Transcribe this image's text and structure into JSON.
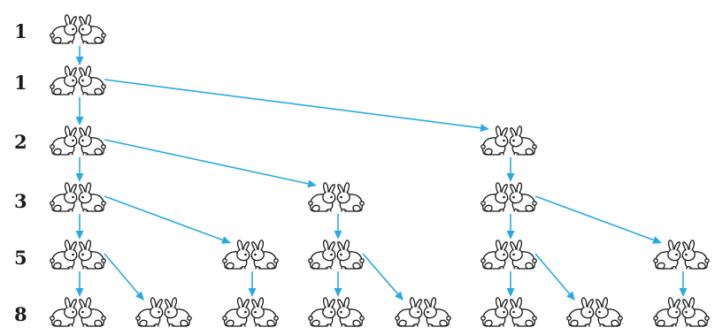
{
  "generation_counts": [
    "1",
    "1",
    "2",
    "3",
    "5",
    "8"
  ],
  "arrow_color": "#29abe2",
  "pair_icon": "rabbit-pair-icon",
  "pairs": [
    {
      "id": "a0",
      "gen": 0,
      "col": 0
    },
    {
      "id": "a1",
      "gen": 1,
      "col": 0
    },
    {
      "id": "a2",
      "gen": 2,
      "col": 0
    },
    {
      "id": "b2",
      "gen": 2,
      "col": 5
    },
    {
      "id": "a3",
      "gen": 3,
      "col": 0
    },
    {
      "id": "c3",
      "gen": 3,
      "col": 3
    },
    {
      "id": "b3",
      "gen": 3,
      "col": 5
    },
    {
      "id": "a4",
      "gen": 4,
      "col": 0
    },
    {
      "id": "d4",
      "gen": 4,
      "col": 2
    },
    {
      "id": "c4",
      "gen": 4,
      "col": 3
    },
    {
      "id": "b4",
      "gen": 4,
      "col": 5
    },
    {
      "id": "e4",
      "gen": 4,
      "col": 7
    },
    {
      "id": "a5",
      "gen": 5,
      "col": 0
    },
    {
      "id": "f5",
      "gen": 5,
      "col": 1
    },
    {
      "id": "d5",
      "gen": 5,
      "col": 2
    },
    {
      "id": "c5",
      "gen": 5,
      "col": 3
    },
    {
      "id": "g5",
      "gen": 5,
      "col": 4
    },
    {
      "id": "b5",
      "gen": 5,
      "col": 5
    },
    {
      "id": "h5",
      "gen": 5,
      "col": 6
    },
    {
      "id": "e5",
      "gen": 5,
      "col": 7
    }
  ],
  "arrows": [
    {
      "from": "a0",
      "to": "a1"
    },
    {
      "from": "a1",
      "to": "a2"
    },
    {
      "from": "a1",
      "to": "b2"
    },
    {
      "from": "a2",
      "to": "a3"
    },
    {
      "from": "a2",
      "to": "c3"
    },
    {
      "from": "b2",
      "to": "b3"
    },
    {
      "from": "a3",
      "to": "a4"
    },
    {
      "from": "a3",
      "to": "d4"
    },
    {
      "from": "c3",
      "to": "c4"
    },
    {
      "from": "b3",
      "to": "b4"
    },
    {
      "from": "b3",
      "to": "e4"
    },
    {
      "from": "a4",
      "to": "a5"
    },
    {
      "from": "a4",
      "to": "f5"
    },
    {
      "from": "d4",
      "to": "d5"
    },
    {
      "from": "c4",
      "to": "c5"
    },
    {
      "from": "c4",
      "to": "g5"
    },
    {
      "from": "b4",
      "to": "b5"
    },
    {
      "from": "b4",
      "to": "h5"
    },
    {
      "from": "e4",
      "to": "e5"
    }
  ]
}
